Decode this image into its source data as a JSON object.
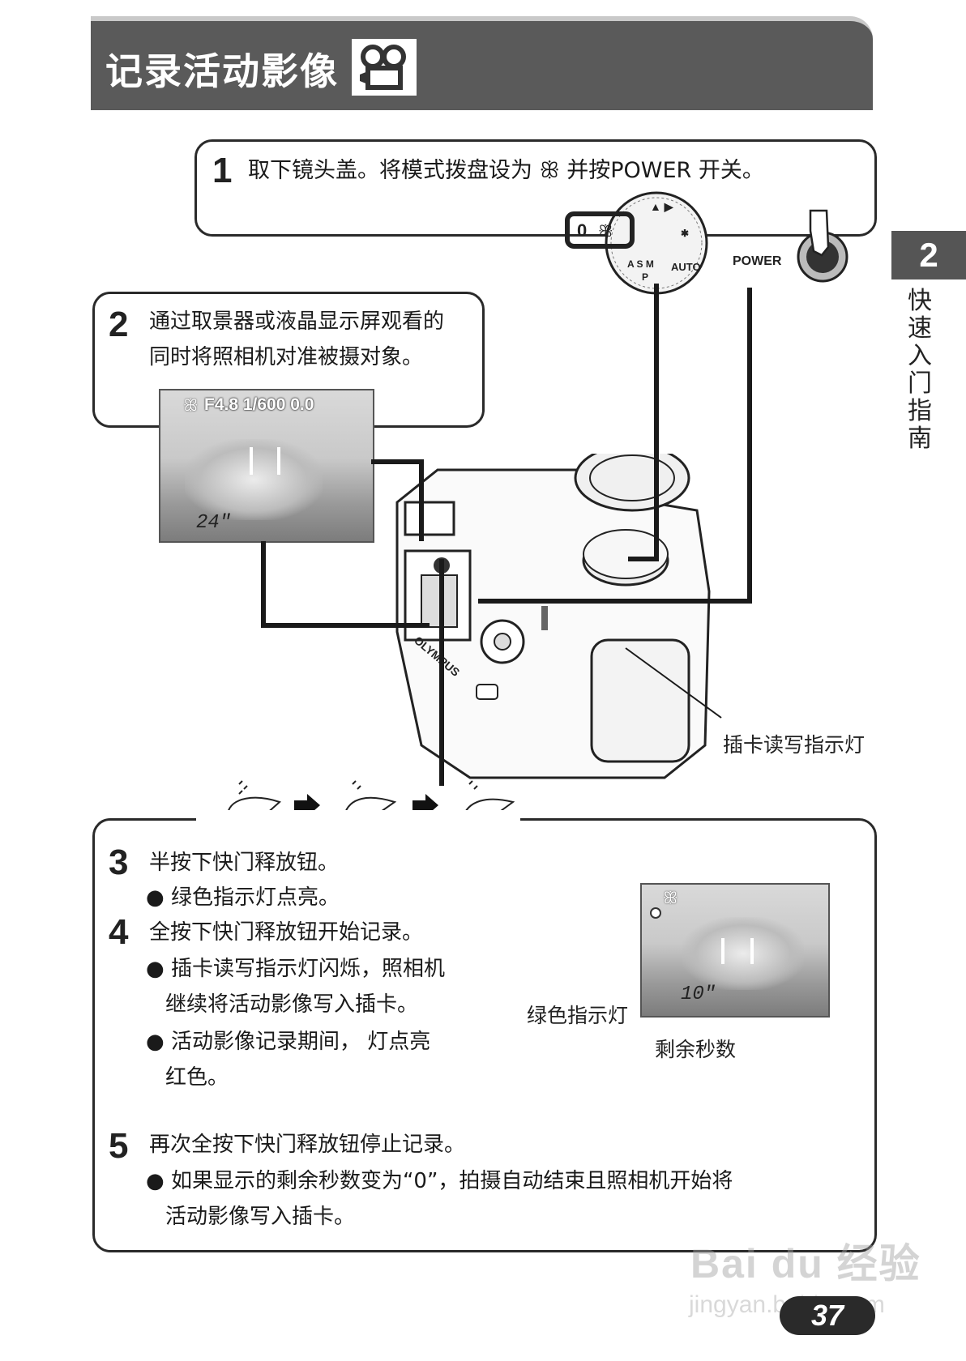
{
  "header": {
    "title": "记录活动影像"
  },
  "chapter": {
    "number": "2",
    "label": "快速入门指南"
  },
  "step1": {
    "number": "1",
    "text": "取下镜头盖。将模式拨盘设为 ꕥ 并按POWER 开关。"
  },
  "dial": {
    "power_label": "POWER"
  },
  "step2": {
    "number": "2",
    "line1": "通过取景器或液晶显示屏观看的",
    "line2": "同时将照相机对准被摄对象。"
  },
  "lcd1": {
    "info": "F4.8 1/600  0.0",
    "remaining": "24\""
  },
  "camera": {
    "card_lamp_label": "插卡读写指示灯"
  },
  "step3": {
    "number": "3",
    "title": "半按下快门释放钮。",
    "bullet": "绿色指示灯点亮。"
  },
  "step4": {
    "number": "4",
    "title": "全按下快门释放钮开始记录。",
    "bullet1_line1": "插卡读写指示灯闪烁，照相机",
    "bullet1_line2": "继续将活动影像写入插卡。",
    "bullet2_line1": "活动影像记录期间， 灯点亮",
    "bullet2_line2": "红色。"
  },
  "lcd2": {
    "remaining": "10\"",
    "green_lamp_label": "绿色指示灯",
    "seconds_label": "剩余秒数"
  },
  "step5": {
    "number": "5",
    "title": "再次全按下快门释放钮停止记录。",
    "bullet_line1": "如果显示的剩余秒数变为“0”，拍摄自动结束且照相机开始将",
    "bullet_line2": "活动影像写入插卡。"
  },
  "page": {
    "number": "37"
  },
  "watermark": {
    "brand": "Bai du 经验",
    "url": "jingyan.baidu.com"
  }
}
